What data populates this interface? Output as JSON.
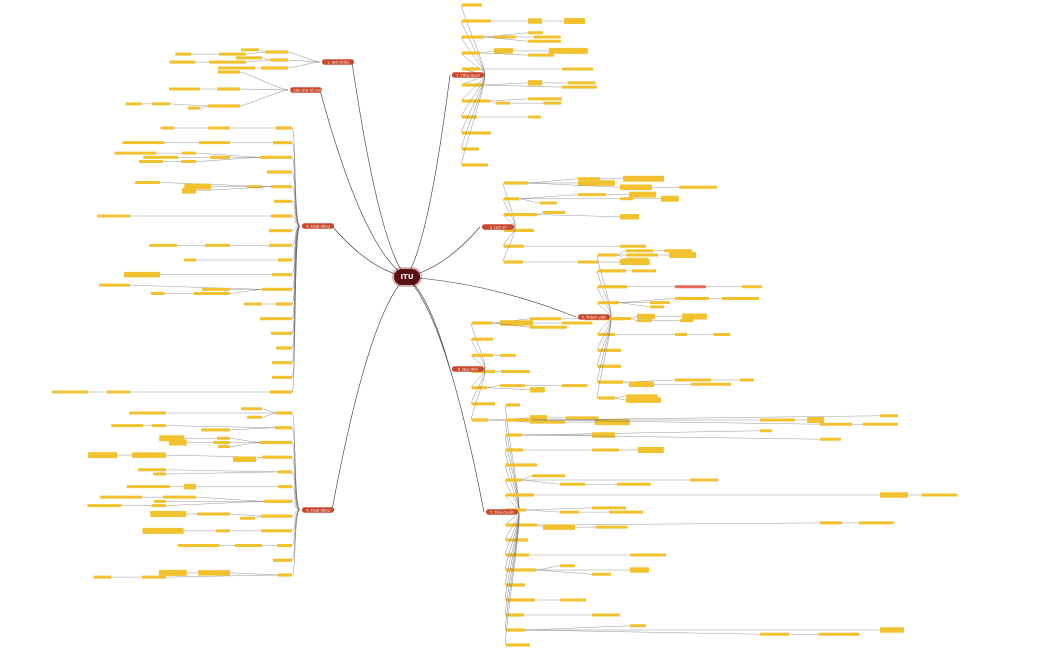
{
  "central": "ITU",
  "branches": [
    {
      "key": "intro",
      "label": "1. Giới thiệu",
      "color": "#c8492e"
    },
    {
      "key": "p1",
      "label": "1. Tổng quan",
      "color": "#c8492e"
    },
    {
      "key": "p2",
      "label": "2. Cấu trúc tổ chức",
      "color": "#c8492e"
    },
    {
      "key": "p3",
      "label": "3. Lịch sử",
      "color": "#c8492e"
    },
    {
      "key": "p4",
      "label": "4. Hoạt động",
      "color": "#c8492e"
    },
    {
      "key": "p5",
      "label": "5. Thành viên",
      "color": "#c8492e"
    },
    {
      "key": "p6",
      "label": "6. Quy định",
      "color": "#c8492e"
    },
    {
      "key": "p7",
      "label": "7. Tiêu chuẩn",
      "color": "#c8492e"
    }
  ],
  "colors": {
    "leaf": "#f2c12e",
    "highlight": "#e86a5a",
    "line": "#6b6b6b",
    "central": "#5a0f12",
    "branch": "#c8492e"
  }
}
